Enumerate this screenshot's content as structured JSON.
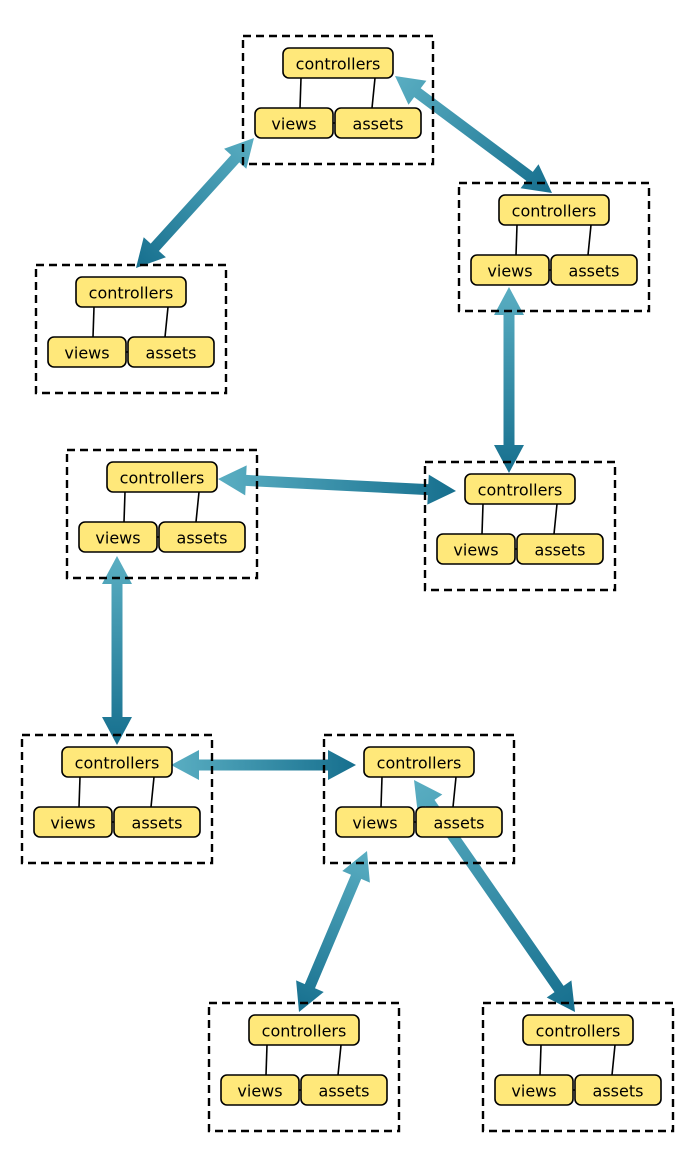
{
  "modules": [
    {
      "id": "m1",
      "controller_label": "controllers",
      "view_label": "views",
      "asset_label": "assets"
    },
    {
      "id": "m2",
      "controller_label": "controllers",
      "view_label": "views",
      "asset_label": "assets"
    },
    {
      "id": "m3",
      "controller_label": "controllers",
      "view_label": "views",
      "asset_label": "assets"
    },
    {
      "id": "m4",
      "controller_label": "controllers",
      "view_label": "views",
      "asset_label": "assets"
    },
    {
      "id": "m5",
      "controller_label": "controllers",
      "view_label": "views",
      "asset_label": "assets"
    },
    {
      "id": "m6",
      "controller_label": "controllers",
      "view_label": "views",
      "asset_label": "assets"
    },
    {
      "id": "m7",
      "controller_label": "controllers",
      "view_label": "views",
      "asset_label": "assets"
    },
    {
      "id": "m8",
      "controller_label": "controllers",
      "view_label": "views",
      "asset_label": "assets"
    },
    {
      "id": "m9",
      "controller_label": "controllers",
      "view_label": "views",
      "asset_label": "assets"
    },
    {
      "id": "m10",
      "controller_label": "controllers",
      "view_label": "views",
      "asset_label": "assets"
    }
  ],
  "connections": [
    {
      "from": "m1",
      "to": "m2"
    },
    {
      "from": "m1",
      "to": "m3"
    },
    {
      "from": "m3",
      "to": "m5"
    },
    {
      "from": "m4",
      "to": "m5"
    },
    {
      "from": "m4",
      "to": "m6"
    },
    {
      "from": "m6",
      "to": "m7"
    },
    {
      "from": "m7",
      "to": "m9"
    },
    {
      "from": "m7",
      "to": "m10"
    }
  ],
  "colors": {
    "node_fill": "#ffe87a",
    "arrow_dark": "#166f8e",
    "arrow_light": "#5aaec2",
    "box_stroke": "#000000"
  }
}
